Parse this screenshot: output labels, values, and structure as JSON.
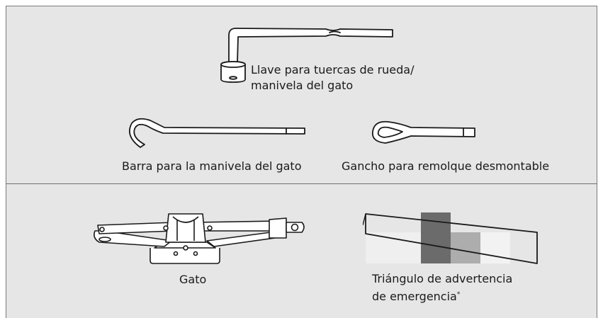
{
  "tools": {
    "lug_wrench": {
      "line1": "Llave para tuercas de rueda/",
      "line2": "manivela del gato",
      "icon": "lug-wrench-icon"
    },
    "jack_handle_bar": {
      "label": "Barra para la manivela del gato",
      "icon": "jack-handle-bar-icon"
    },
    "towing_hook": {
      "label": "Gancho para remolque desmontable",
      "icon": "towing-hook-icon"
    },
    "jack": {
      "label": "Gato",
      "icon": "scissor-jack-icon"
    },
    "warning_triangle": {
      "line1": "Triángulo de advertencia",
      "line2": "de emergencia",
      "footnote_mark": "*",
      "icon": "warning-triangle-icon"
    }
  },
  "colors": {
    "panel_background": "#e6e6e6",
    "line_art": "#1a1a1a",
    "swatch_light": "#efefef",
    "swatch_white": "#ffffff",
    "swatch_dark": "#6b6b6b",
    "swatch_mid": "#adadad"
  }
}
